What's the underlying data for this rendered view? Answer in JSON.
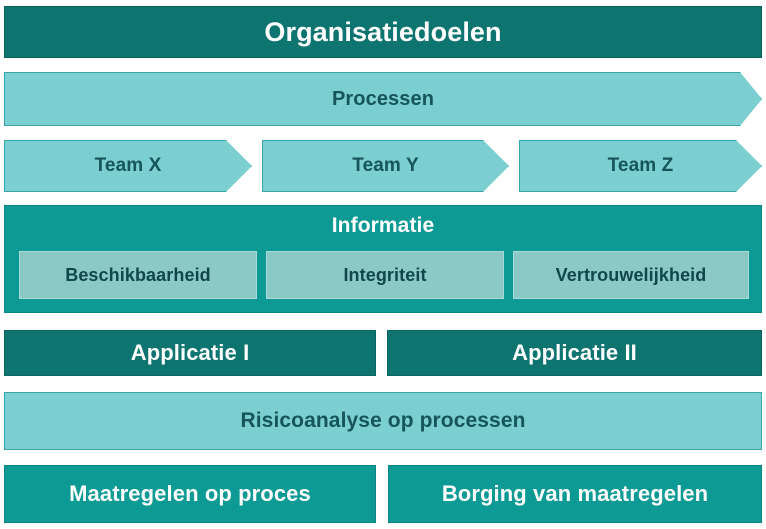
{
  "diagram": {
    "title": "Organisatiedoelen",
    "colors": {
      "dark_teal": "#0d7470",
      "mid_teal": "#0d9a94",
      "light_teal": "#7ccfd0",
      "muted_teal": "#8ac9c6",
      "text_dark": "#15555b",
      "text_light": "#ffffff",
      "background": "#ffffff"
    },
    "rows": {
      "goals": {
        "label": "Organisatiedoelen"
      },
      "processes": {
        "label": "Processen"
      },
      "teams": {
        "items": [
          {
            "label": "Team X"
          },
          {
            "label": "Team Y"
          },
          {
            "label": "Team Z"
          }
        ]
      },
      "information": {
        "title": "Informatie",
        "aspects": [
          {
            "label": "Beschikbaarheid"
          },
          {
            "label": "Integriteit"
          },
          {
            "label": "Vertrouwelijkheid"
          }
        ]
      },
      "applications": {
        "items": [
          {
            "label": "Applicatie I"
          },
          {
            "label": "Applicatie II"
          }
        ]
      },
      "risk_analysis": {
        "label": "Risicoanalyse op processen"
      },
      "measures": {
        "items": [
          {
            "label": "Maatregelen op proces"
          },
          {
            "label": "Borging van maatregelen"
          }
        ]
      }
    }
  }
}
